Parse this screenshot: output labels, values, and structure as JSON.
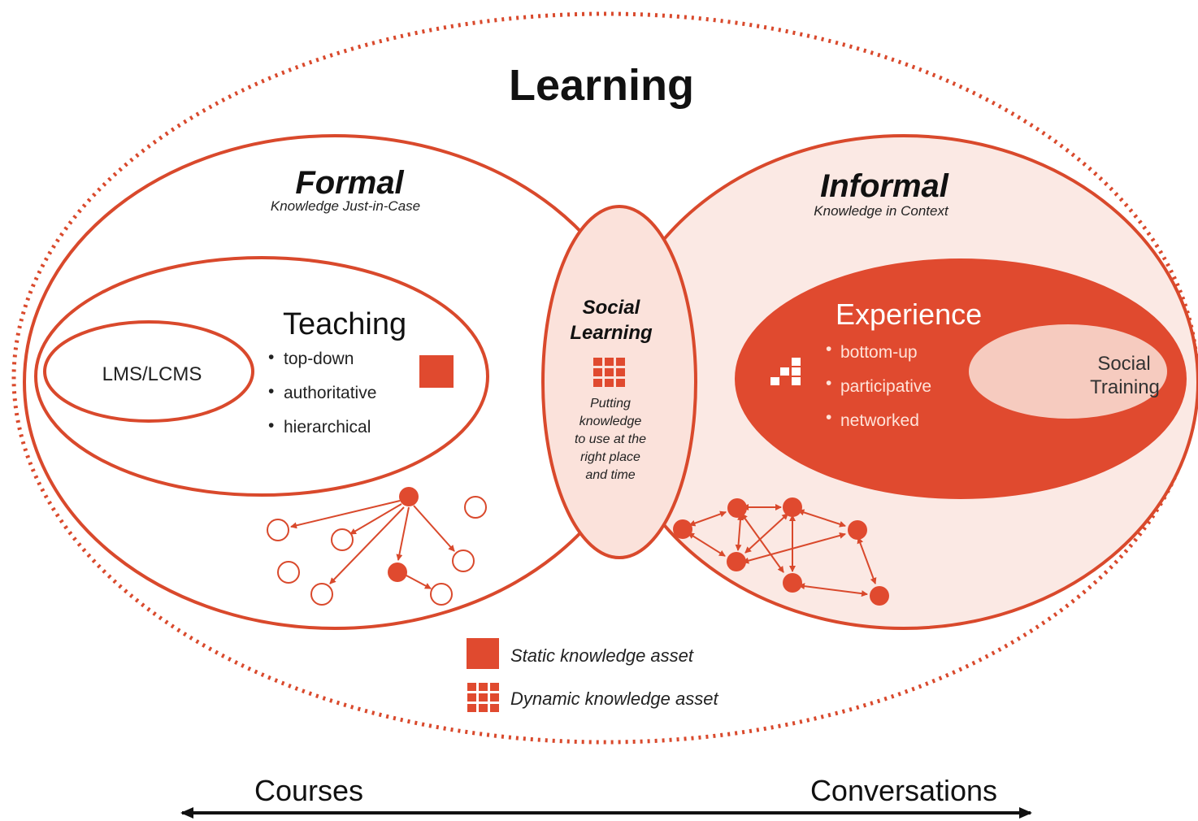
{
  "title": "Learning",
  "formal": {
    "heading": "Formal",
    "subtitle": "Knowledge Just-in-Case"
  },
  "informal": {
    "heading": "Informal",
    "subtitle": "Knowledge in Context"
  },
  "teaching": {
    "heading": "Teaching",
    "bullets": [
      "top-down",
      "authoritative",
      "hierarchical"
    ]
  },
  "lms": {
    "label": "LMS/LCMS"
  },
  "social_learning": {
    "heading": [
      "Social",
      "Learning"
    ],
    "description": [
      "Putting",
      "knowledge",
      "to use at the",
      "right place",
      "and time"
    ]
  },
  "experience": {
    "heading": "Experience",
    "bullets": [
      "bottom-up",
      "participative",
      "networked"
    ]
  },
  "social_training": {
    "label": [
      "Social",
      "Training"
    ]
  },
  "legend": {
    "static": "Static knowledge asset",
    "dynamic": "Dynamic knowledge asset"
  },
  "axis": {
    "left": "Courses",
    "right": "Conversations"
  },
  "colors": {
    "accent": "#e04a2f",
    "accent_light": "#fbe9e4",
    "social_training_fill": "#f6cbbf",
    "outline": "#d9492c"
  }
}
